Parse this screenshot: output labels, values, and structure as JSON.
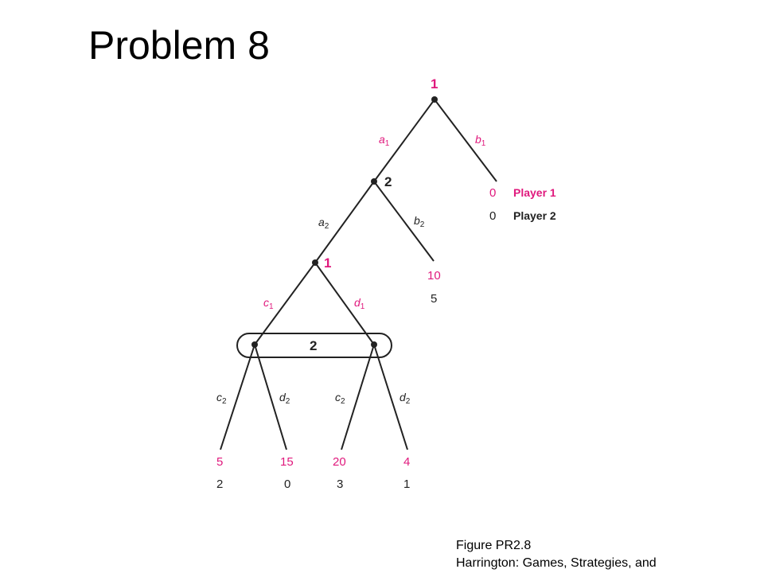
{
  "slide": {
    "title": "Problem 8"
  },
  "colors": {
    "player1": "#e0197d",
    "player2": "#222222",
    "edge": "#222222"
  },
  "nodes": {
    "root": {
      "player": "1"
    },
    "n2": {
      "player": "2"
    },
    "n3": {
      "player": "1"
    },
    "info_set": {
      "player": "2"
    }
  },
  "actions": {
    "a1": {
      "letter": "a",
      "sub": "1"
    },
    "b1": {
      "letter": "b",
      "sub": "1"
    },
    "a2": {
      "letter": "a",
      "sub": "2"
    },
    "b2": {
      "letter": "b",
      "sub": "2"
    },
    "c1": {
      "letter": "c",
      "sub": "1"
    },
    "d1": {
      "letter": "d",
      "sub": "1"
    },
    "c2_left": {
      "letter": "c",
      "sub": "2"
    },
    "d2_left": {
      "letter": "d",
      "sub": "2"
    },
    "c2_right": {
      "letter": "c",
      "sub": "2"
    },
    "d2_right": {
      "letter": "d",
      "sub": "2"
    }
  },
  "terminals": {
    "t_b1": {
      "p1": "0",
      "p2": "0"
    },
    "t_b2": {
      "p1": "10",
      "p2": "5"
    },
    "t_c1c2": {
      "p1": "5",
      "p2": "2"
    },
    "t_c1d2": {
      "p1": "15",
      "p2": "0"
    },
    "t_d1c2": {
      "p1": "20",
      "p2": "3"
    },
    "t_d1d2": {
      "p1": "4",
      "p2": "1"
    }
  },
  "legend": {
    "player1": "Player 1",
    "player2": "Player 2"
  },
  "caption": {
    "line1": "Figure PR2.8",
    "line2": "Harrington: Games, Strategies, and"
  }
}
